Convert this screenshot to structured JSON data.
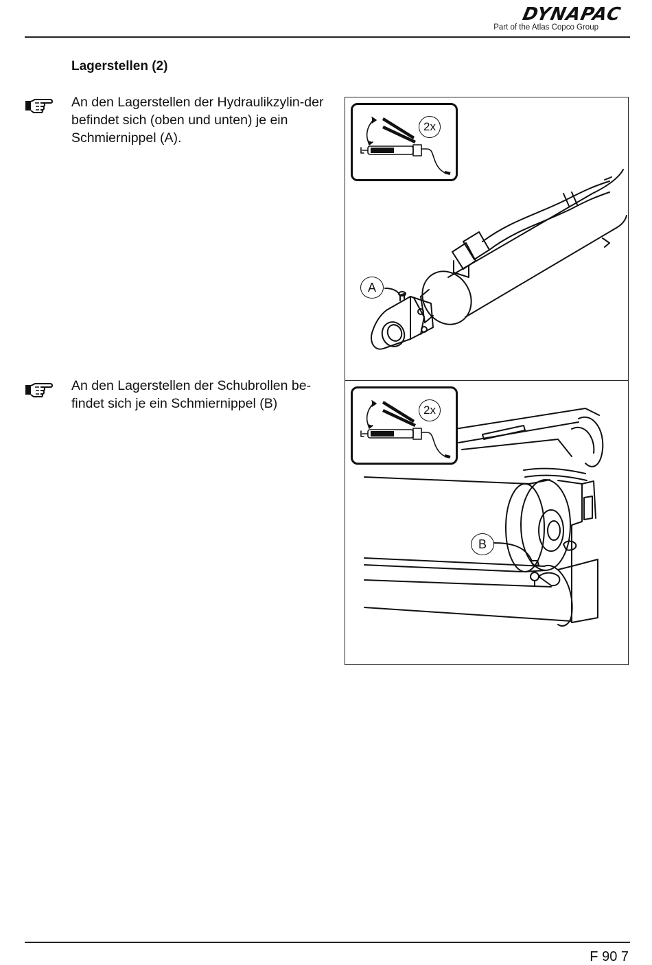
{
  "header": {
    "brand": "DYNAPAC",
    "tagline": "Part of the Atlas Copco Group"
  },
  "section": {
    "title": "Lagerstellen (2)"
  },
  "notes": [
    {
      "text": "An den Lagerstellen der Hydraulikzylin-der befindet sich (oben und unten) je ein Schmiernippel (A).",
      "figure": {
        "inset_badge": "2x",
        "callout": "A"
      }
    },
    {
      "text": "An den Lagerstellen der Schubrollen be-findet sich je ein Schmiernippel (B)",
      "figure": {
        "inset_badge": "2x",
        "callout": "B"
      }
    }
  ],
  "footer": {
    "page_number": "F 90 7"
  }
}
